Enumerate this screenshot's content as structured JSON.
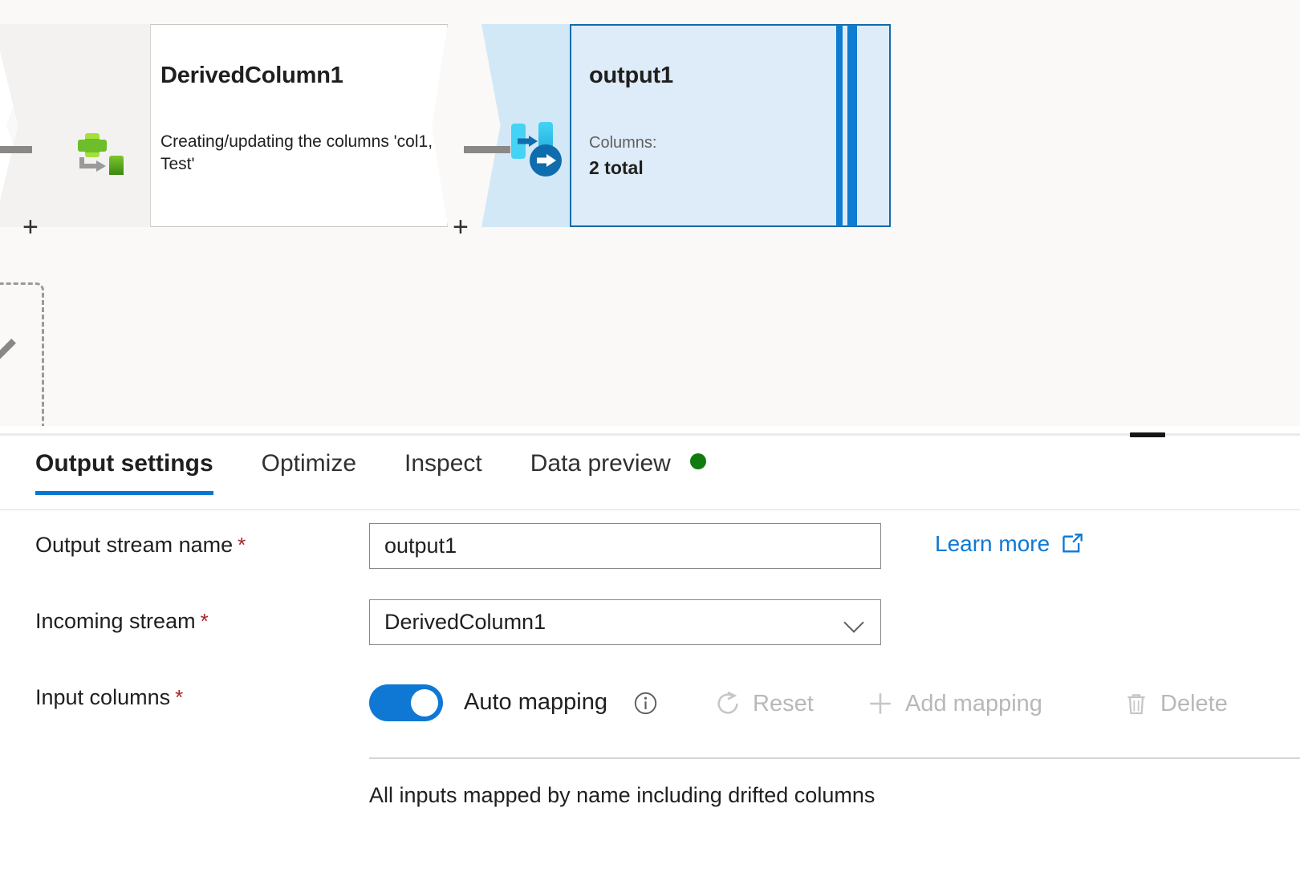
{
  "canvas": {
    "derived_node": {
      "title": "DerivedColumn1",
      "description": "Creating/updating the columns 'col1, Test'",
      "icon": "derived-column-icon",
      "add_label": "+"
    },
    "output_node": {
      "title": "output1",
      "columns_label": "Columns:",
      "columns_value": "2 total",
      "icon": "sink-icon",
      "add_label": "+"
    },
    "selection_color": "#0f6cad",
    "node_fill_selected": "#deecf9"
  },
  "splitter": {
    "handle": "panel-resize-handle"
  },
  "panel": {
    "tabs": [
      {
        "label": "Output settings",
        "active": true,
        "dot": false
      },
      {
        "label": "Optimize",
        "active": false,
        "dot": false
      },
      {
        "label": "Inspect",
        "active": false,
        "dot": false
      },
      {
        "label": "Data preview",
        "active": false,
        "dot": true
      }
    ],
    "tab_dot_color": "#107c10",
    "accent_color": "#0078d4",
    "required_marker": "*",
    "fields": {
      "output_stream_name": {
        "label": "Output stream name",
        "value": "output1",
        "placeholder": "Output stream name"
      },
      "incoming_stream": {
        "label": "Incoming stream",
        "value": "DerivedColumn1",
        "options": [
          "DerivedColumn1"
        ]
      },
      "input_columns": {
        "label": "Input columns"
      }
    },
    "learn_more": {
      "label": "Learn more",
      "icon": "external-link-icon"
    },
    "auto_mapping": {
      "label": "Auto mapping",
      "on": true,
      "info_icon": "info-icon"
    },
    "commands": [
      {
        "label": "Reset",
        "icon": "refresh-icon",
        "disabled": true
      },
      {
        "label": "Add mapping",
        "icon": "plus-icon",
        "disabled": true
      },
      {
        "label": "Delete",
        "icon": "trash-icon",
        "disabled": true
      }
    ],
    "mapping_note": "All inputs mapped by name including drifted columns"
  }
}
